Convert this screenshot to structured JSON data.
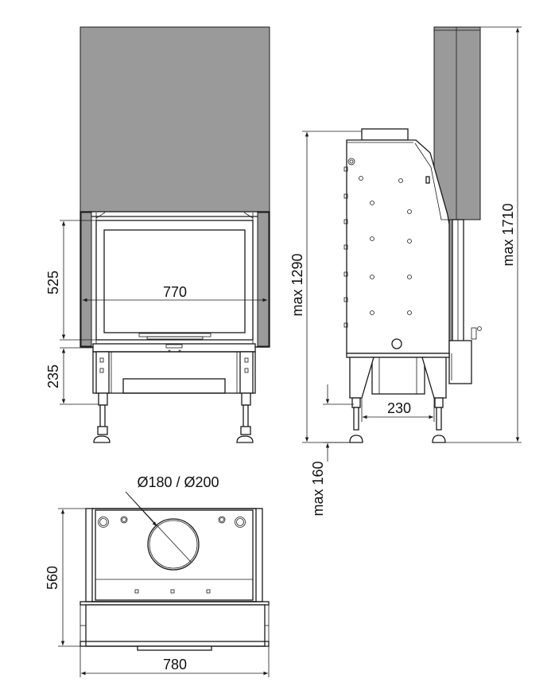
{
  "dimensions": {
    "front_door_height": "525",
    "front_door_width": "770",
    "front_leg_height": "235",
    "side_total_height": "max 1290",
    "overall_height": "max 1710",
    "side_leg_depth": "230",
    "leg_adjust": "max 160",
    "flue_diameter": "Ø180 / Ø200",
    "top_depth": "560",
    "top_width": "780"
  },
  "colors": {
    "line": "#1a1a1a",
    "hood": "#9a9a9a",
    "background": "#ffffff"
  }
}
